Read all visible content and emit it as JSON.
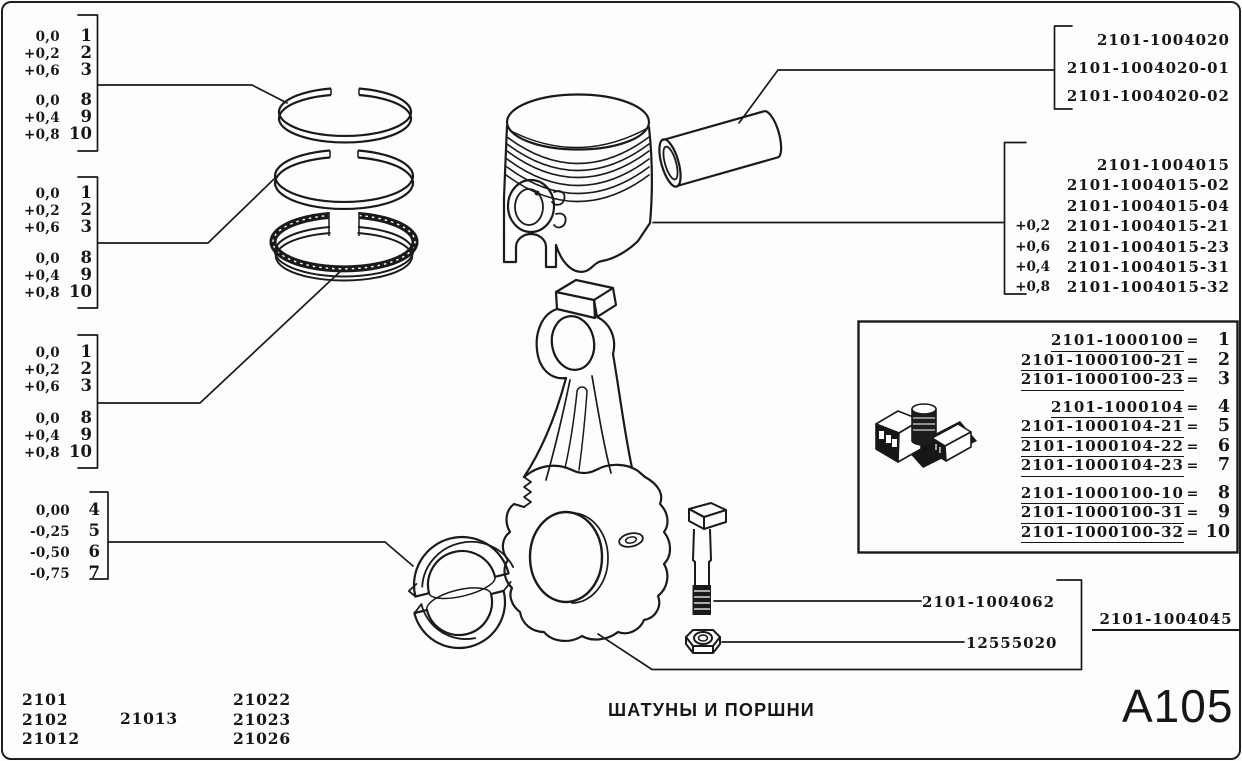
{
  "footer": {
    "title": "ШАТУНЫ И ПОРШНИ",
    "page_code": "A105"
  },
  "size_groups": [
    {
      "rows": [
        {
          "size": "0,0",
          "num": "1"
        },
        {
          "size": "+0,2",
          "num": "2"
        },
        {
          "size": "+0,6",
          "num": "3"
        },
        {
          "size": "0,0",
          "num": "8"
        },
        {
          "size": "+0,4",
          "num": "9"
        },
        {
          "size": "+0,8",
          "num": "10"
        }
      ]
    },
    {
      "rows": [
        {
          "size": "0,0",
          "num": "1"
        },
        {
          "size": "+0,2",
          "num": "2"
        },
        {
          "size": "+0,6",
          "num": "3"
        },
        {
          "size": "0,0",
          "num": "8"
        },
        {
          "size": "+0,4",
          "num": "9"
        },
        {
          "size": "+0,8",
          "num": "10"
        }
      ]
    },
    {
      "rows": [
        {
          "size": "0,0",
          "num": "1"
        },
        {
          "size": "+0,2",
          "num": "2"
        },
        {
          "size": "+0,6",
          "num": "3"
        },
        {
          "size": "0,0",
          "num": "8"
        },
        {
          "size": "+0,4",
          "num": "9"
        },
        {
          "size": "+0,8",
          "num": "10"
        }
      ]
    },
    {
      "rows": [
        {
          "size": "0,00",
          "num": "4"
        },
        {
          "size": "-0,25",
          "num": "5"
        },
        {
          "size": "-0,50",
          "num": "6"
        },
        {
          "size": "-0,75",
          "num": "7"
        }
      ]
    }
  ],
  "piston_pin_block": {
    "rows": [
      "2101-1004020",
      "2101-1004020-01",
      "2101-1004020-02"
    ]
  },
  "piston_block": {
    "rows": [
      {
        "size": "",
        "part": "2101-1004015"
      },
      {
        "size": "",
        "part": "2101-1004015-02"
      },
      {
        "size": "",
        "part": "2101-1004015-04"
      },
      {
        "size": "+0,2",
        "part": "2101-1004015-21"
      },
      {
        "size": "+0,6",
        "part": "2101-1004015-23"
      },
      {
        "size": "+0,4",
        "part": "2101-1004015-31"
      },
      {
        "size": "+0,8",
        "part": "2101-1004015-32"
      }
    ]
  },
  "legend": {
    "eq": "=",
    "rows": [
      {
        "part": "2101-1000100",
        "num": "1"
      },
      {
        "part": "2101-1000100-21",
        "num": "2"
      },
      {
        "part": "2101-1000100-23",
        "num": "3"
      },
      {
        "part": "2101-1000104",
        "num": "4"
      },
      {
        "part": "2101-1000104-21",
        "num": "5"
      },
      {
        "part": "2101-1000104-22",
        "num": "6"
      },
      {
        "part": "2101-1000104-23",
        "num": "7"
      },
      {
        "part": "2101-1000100-10",
        "num": "8"
      },
      {
        "part": "2101-1000100-31",
        "num": "9"
      },
      {
        "part": "2101-1000100-32",
        "num": "10"
      }
    ]
  },
  "callouts": {
    "bolt": "2101-1004062",
    "nut": "12555020",
    "rod_assembly": "2101-1004045"
  },
  "models": {
    "col1": [
      "2101",
      "2102",
      "21012"
    ],
    "col2": [
      "21013"
    ],
    "col3": [
      "21022",
      "21023",
      "21026"
    ]
  }
}
